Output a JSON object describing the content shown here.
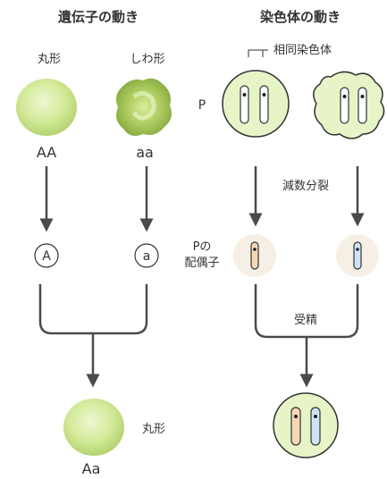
{
  "left_title": "遺伝子の動き",
  "right_title": "染色体の動き",
  "round_label": "丸形",
  "wrinkled_label": "しわ形",
  "genotype_round": "AA",
  "genotype_wrinkled": "aa",
  "gamete_round": "A",
  "gamete_wrinkled": "a",
  "offspring_genotype": "Aa",
  "offspring_label": "丸形",
  "homologous_label": "相同染色体",
  "p_label": "P",
  "meiosis_label": "減数分裂",
  "gamete_label_line1": "Pの",
  "gamete_label_line2": "配偶子",
  "fertilization_label": "受精",
  "colors": {
    "arrow": "#4a4a4a",
    "pea": "#c9e58e",
    "cell_fill": "#e6f4c8",
    "gamete_fill": "#f6efe6",
    "chrom_orange": "#f7d8b4",
    "chrom_blue": "#cfe3f5"
  }
}
